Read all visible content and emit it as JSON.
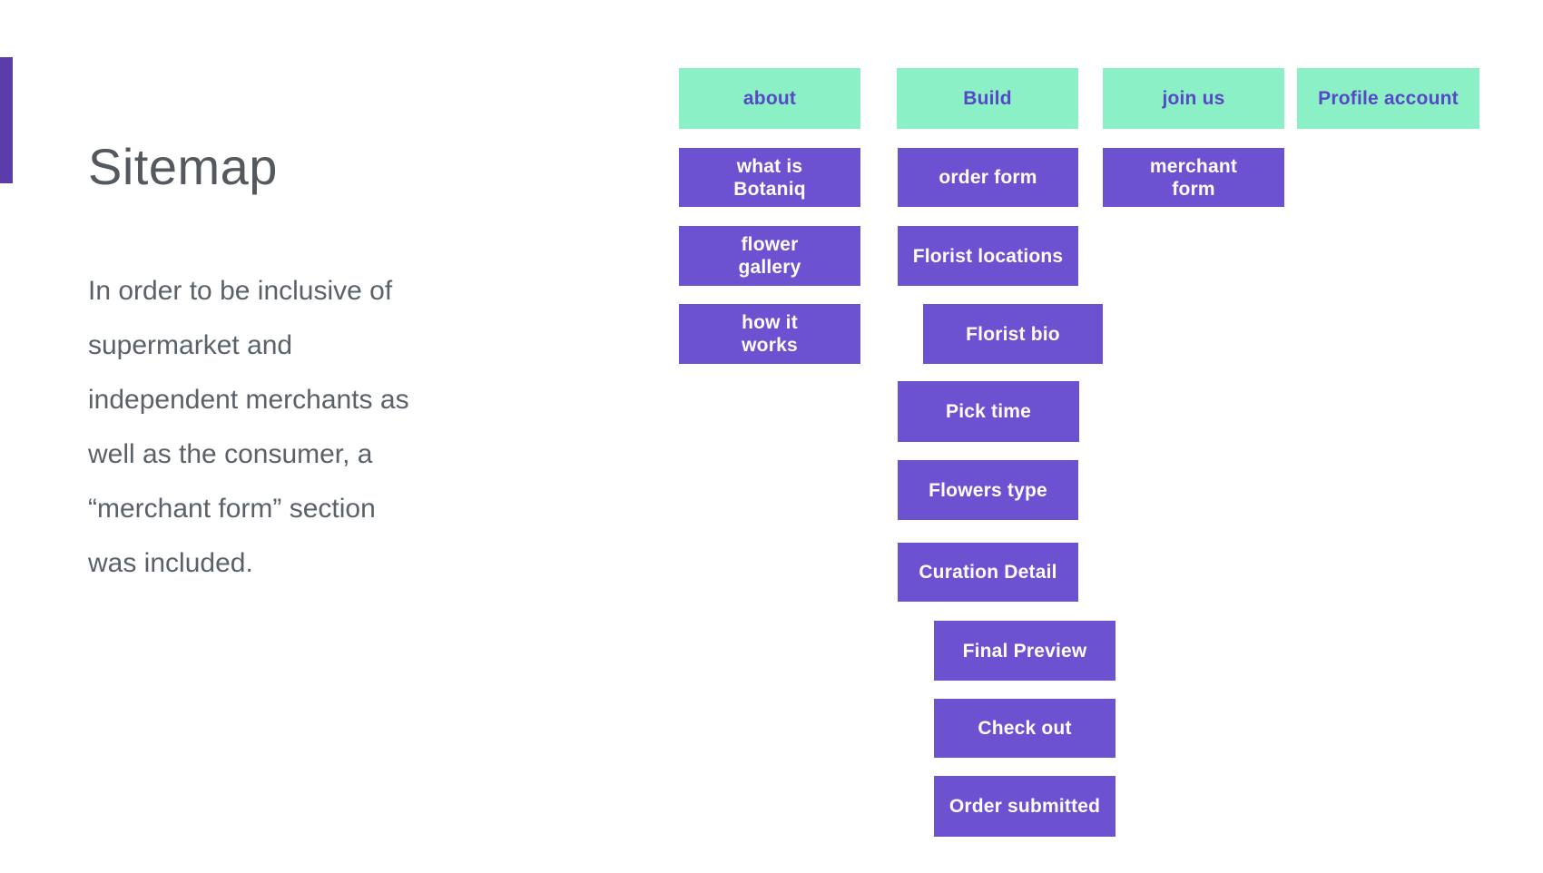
{
  "title": "Sitemap",
  "paragraph": {
    "lines": [
      "In order to be inclusive of",
      "supermarket and",
      "independent merchants as",
      "well as the consumer, a",
      "“merchant form” section",
      "was included."
    ]
  },
  "colors": {
    "background": "#ffffff",
    "accent": "#5b3cab",
    "mint": "#8bf0c5",
    "purple": "#6c51d1",
    "mint-label-text": "#5847c6",
    "purple-label-text": "#ffffff",
    "title-text": "#54585f",
    "body-text": "#5b6169"
  },
  "sitemap": {
    "nodes": [
      {
        "label": "about",
        "type": "section-header",
        "column": "about"
      },
      {
        "label": "what is\nBotaniq",
        "type": "page",
        "column": "about"
      },
      {
        "label": "flower\ngallery",
        "type": "page",
        "column": "about"
      },
      {
        "label": "how it\nworks",
        "type": "page",
        "column": "about"
      },
      {
        "label": "Build",
        "type": "section-header",
        "column": "build"
      },
      {
        "label": "order form",
        "type": "page",
        "column": "build"
      },
      {
        "label": "Florist locations",
        "type": "page",
        "column": "build"
      },
      {
        "label": "Florist bio",
        "type": "subpage",
        "column": "build"
      },
      {
        "label": "Pick time",
        "type": "page",
        "column": "build"
      },
      {
        "label": "Flowers type",
        "type": "page",
        "column": "build"
      },
      {
        "label": "Curation Detail",
        "type": "page",
        "column": "build"
      },
      {
        "label": "Final Preview",
        "type": "subpage",
        "column": "build"
      },
      {
        "label": "Check out",
        "type": "subpage",
        "column": "build"
      },
      {
        "label": "Order submitted",
        "type": "subpage",
        "column": "build"
      },
      {
        "label": "join us",
        "type": "section-header",
        "column": "join-us"
      },
      {
        "label": "merchant\nform",
        "type": "page",
        "column": "join-us"
      },
      {
        "label": "Profile account",
        "type": "section-header",
        "column": "profile-account"
      }
    ]
  }
}
